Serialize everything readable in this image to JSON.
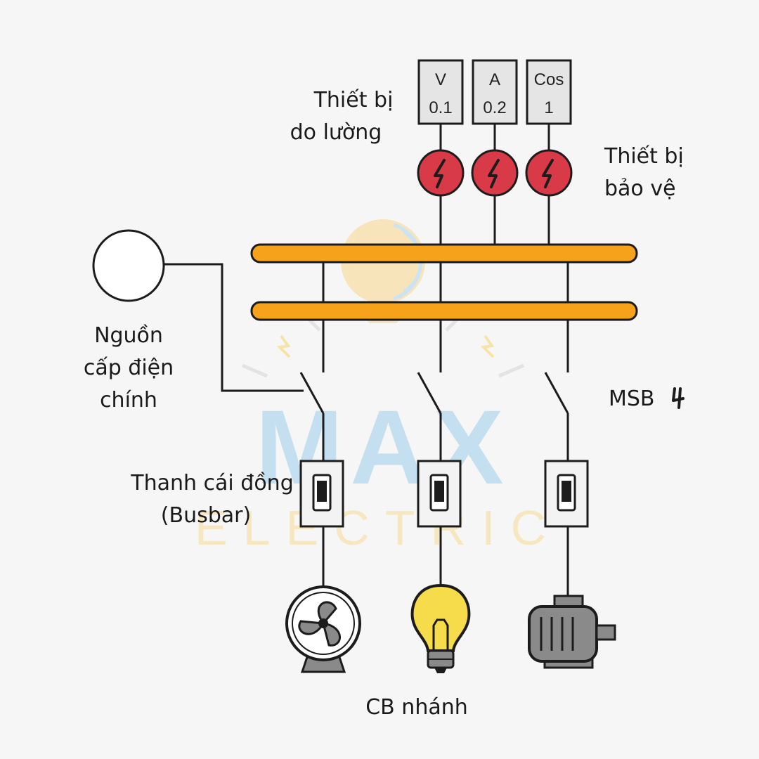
{
  "labels": {
    "measuring": [
      "Thiết bị",
      "do lường"
    ],
    "protection": [
      "Thiết bị",
      "bảo vệ"
    ],
    "source": [
      "Nguồn",
      "cấp điện",
      "chính"
    ],
    "msb": "MSB",
    "busbar": [
      "Thanh cái đồng",
      "(Busbar)"
    ],
    "branch_cb": "CB nhánh"
  },
  "meters": [
    {
      "symbol": "V",
      "value": "0.1"
    },
    {
      "symbol": "A",
      "value": "0.2"
    },
    {
      "symbol": "Cos",
      "value": "1"
    }
  ],
  "watermark": {
    "main": "MAX",
    "sub": "ELECTRIC"
  },
  "colors": {
    "busbar": "#f7a21b",
    "protection": "#d93a48",
    "bulb": "#f6dc4a",
    "motor": "#8a8a8a",
    "line": "#1c1c1c",
    "watermark_blue": "#a9d3ec",
    "watermark_yellow": "#f7e7bf"
  },
  "icons": {
    "protection": "lightning-bolt-icon",
    "loads": [
      "fan-icon",
      "light-bulb-icon",
      "motor-icon"
    ]
  }
}
